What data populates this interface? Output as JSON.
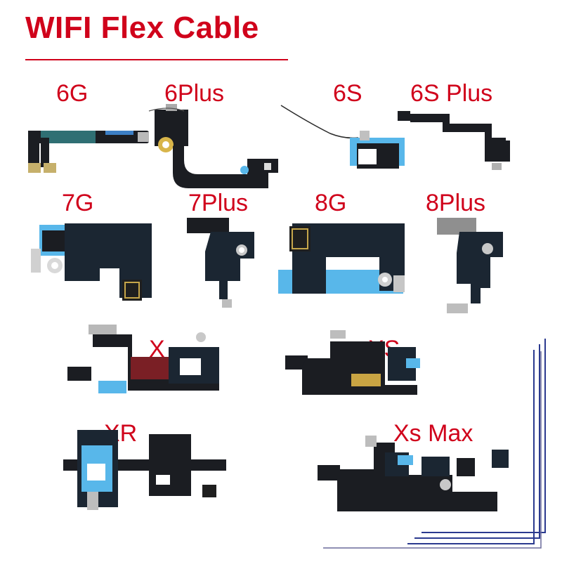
{
  "title": "WIFI Flex Cable",
  "colors": {
    "accent": "#d0021b",
    "frame": "#2b3a8f",
    "flex": "#1b1d22",
    "shield": "#58b7ea"
  },
  "models": [
    {
      "label": "6G"
    },
    {
      "label": "6Plus"
    },
    {
      "label": "6S"
    },
    {
      "label": "6S Plus"
    },
    {
      "label": "7G"
    },
    {
      "label": "7Plus"
    },
    {
      "label": "8G"
    },
    {
      "label": "8Plus"
    },
    {
      "label": "X"
    },
    {
      "label": "XS"
    },
    {
      "label": "XR"
    },
    {
      "label": "Xs Max"
    }
  ]
}
